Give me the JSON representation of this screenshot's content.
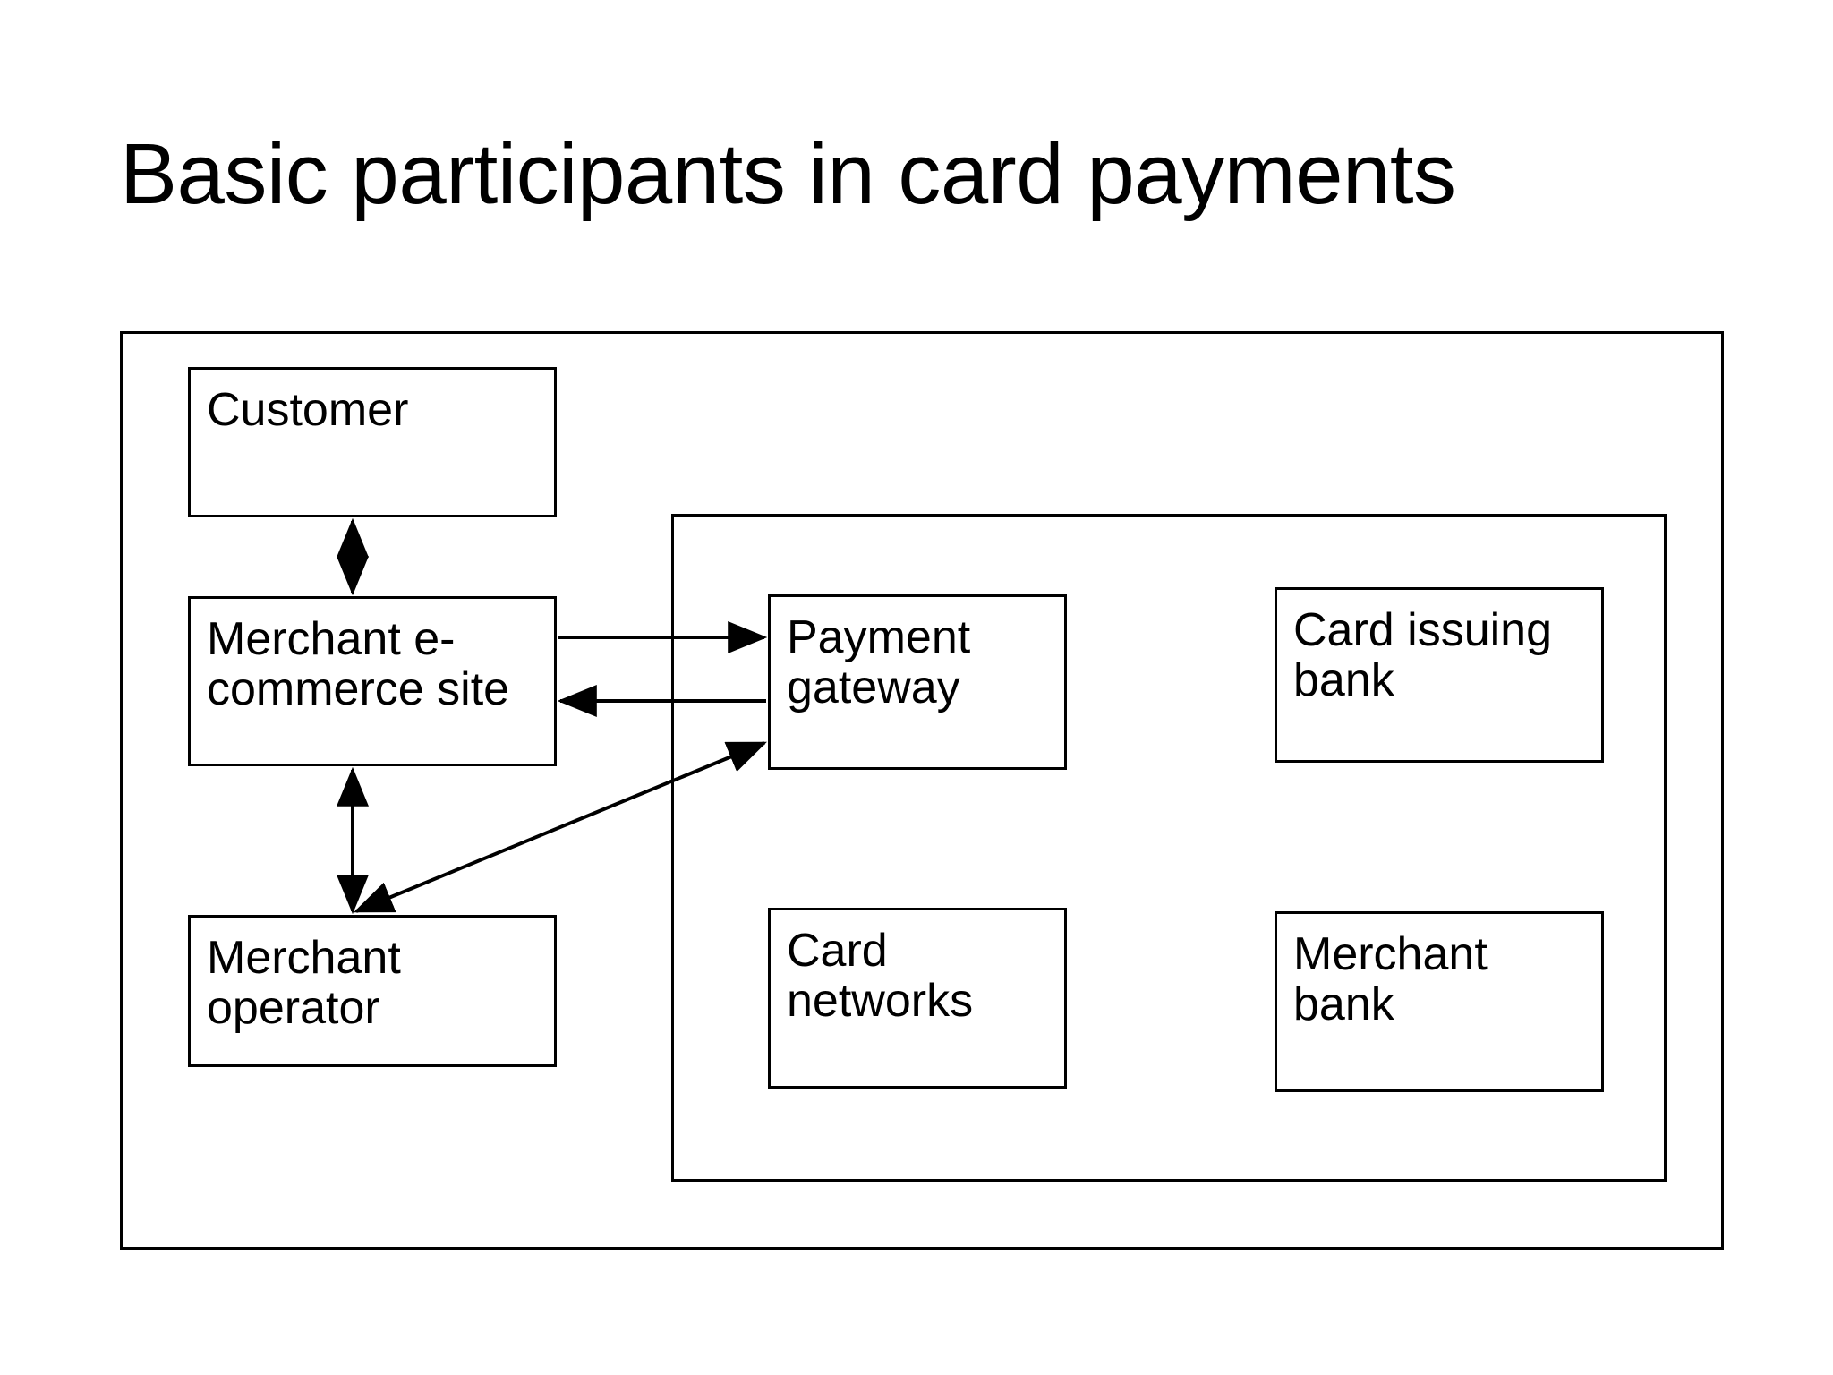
{
  "slide": {
    "title": "Basic participants in card payments",
    "background_color": "#ffffff",
    "line_color": "#000000",
    "text_color": "#000000"
  },
  "diagram": {
    "outer_container_label": "",
    "inner_container_label": "",
    "nodes": [
      {
        "id": "customer",
        "label": "Customer",
        "group": "outer"
      },
      {
        "id": "merchant-site",
        "label": "Merchant e-commerce site",
        "group": "outer"
      },
      {
        "id": "merchant-op",
        "label": "Merchant operator",
        "group": "outer"
      },
      {
        "id": "payment-gateway",
        "label": "Payment gateway",
        "group": "inner"
      },
      {
        "id": "card-networks",
        "label": "Card networks",
        "group": "inner"
      },
      {
        "id": "card-issuing",
        "label": "Card issuing bank",
        "group": "inner"
      },
      {
        "id": "merchant-bank",
        "label": "Merchant bank",
        "group": "inner"
      }
    ],
    "node_labels": {
      "customer": "Customer",
      "merchant_site_line1": "Merchant e-",
      "merchant_site_line2": "commerce site",
      "merchant_op_line1": "Merchant",
      "merchant_op_line2": "operator",
      "payment_gateway_line1": "Payment",
      "payment_gateway_line2": "gateway",
      "card_networks_line1": "Card",
      "card_networks_line2": "networks",
      "card_issuing_line1": "Card issuing",
      "card_issuing_line2": "bank",
      "merchant_bank_line1": "Merchant",
      "merchant_bank_line2": "bank"
    },
    "edges": [
      {
        "from": "customer",
        "to": "merchant-site",
        "direction": "bidirectional",
        "style": "vertical"
      },
      {
        "from": "merchant-site",
        "to": "payment-gateway",
        "direction": "forward",
        "style": "horizontal"
      },
      {
        "from": "payment-gateway",
        "to": "merchant-site",
        "direction": "forward",
        "style": "horizontal"
      },
      {
        "from": "merchant-site",
        "to": "merchant-op",
        "direction": "bidirectional",
        "style": "vertical"
      },
      {
        "from": "merchant-op",
        "to": "payment-gateway",
        "direction": "bidirectional",
        "style": "diagonal"
      }
    ]
  }
}
